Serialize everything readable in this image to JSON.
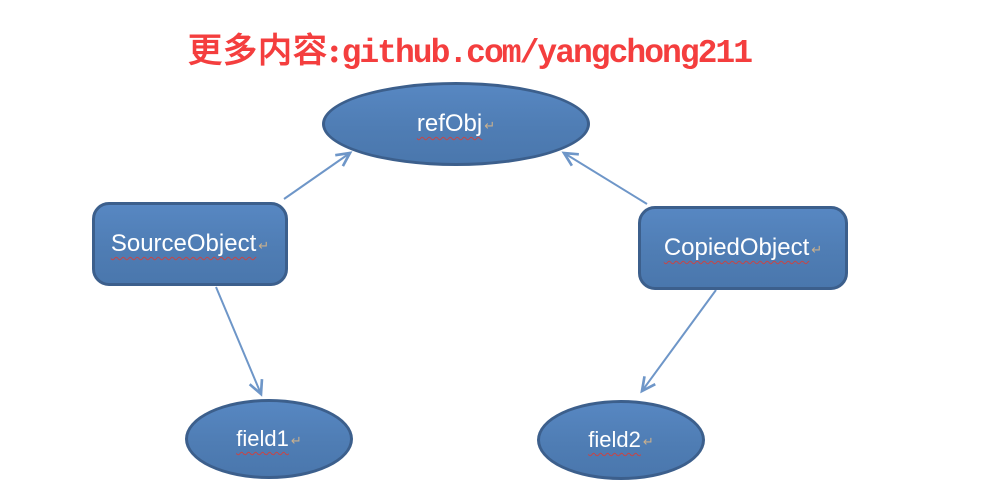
{
  "header": {
    "zh": "更多内容:",
    "latin": "github.com/yangchong211",
    "color": "#f43e3e"
  },
  "diagram": {
    "type": "object-reference-diagram",
    "nodes": [
      {
        "id": "refObj",
        "label": "refObj",
        "shape": "ellipse"
      },
      {
        "id": "SourceObject",
        "label": "SourceObject",
        "shape": "rounded-rect"
      },
      {
        "id": "CopiedObject",
        "label": "CopiedObject",
        "shape": "rounded-rect"
      },
      {
        "id": "field1",
        "label": "field1",
        "shape": "ellipse"
      },
      {
        "id": "field2",
        "label": "field2",
        "shape": "ellipse"
      }
    ],
    "edges": [
      {
        "from": "SourceObject",
        "to": "refObj"
      },
      {
        "from": "CopiedObject",
        "to": "refObj"
      },
      {
        "from": "SourceObject",
        "to": "field1"
      },
      {
        "from": "CopiedObject",
        "to": "field2"
      }
    ],
    "return_mark": "↵",
    "colors": {
      "node_fill": "#4f7db4",
      "node_border": "#3c5f8c",
      "arrow": "#6e96c8",
      "label": "#ffffff",
      "spellcheck_wavy": "#c94444",
      "watermark": "#f43e3e",
      "return_mark": "#c9b08e"
    }
  }
}
